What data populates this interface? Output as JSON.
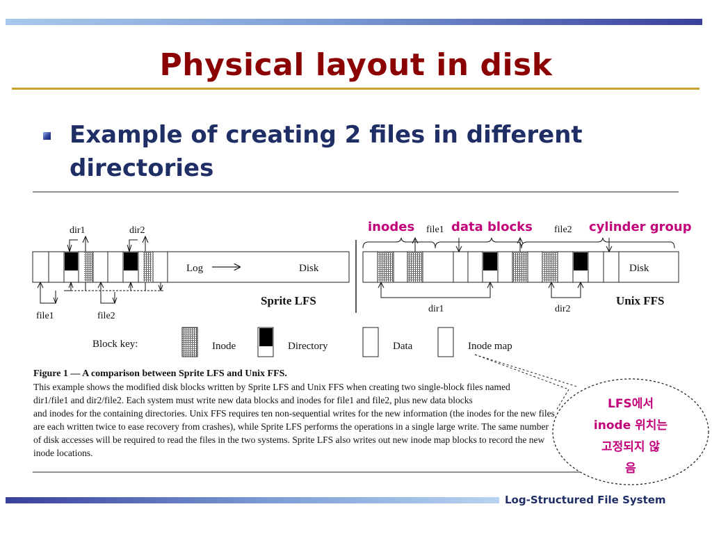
{
  "slide": {
    "title": "Physical layout in disk",
    "bullet": "Example of creating 2 files in different directories",
    "footer": "Log-Structured File System"
  },
  "figure": {
    "lfs": {
      "dir1": "dir1",
      "dir2": "dir2",
      "log": "Log",
      "disk": "Disk",
      "file1": "file1",
      "file2": "file2",
      "name": "Sprite LFS"
    },
    "ffs": {
      "file1": "file1",
      "file2": "file2",
      "disk": "Disk",
      "dir1": "dir1",
      "dir2": "dir2",
      "name": "Unix FFS"
    },
    "annotations": {
      "inodes": "inodes",
      "data_blocks": "data blocks",
      "cylinder_group": "cylinder group"
    },
    "block_key": {
      "label": "Block key:",
      "inode": "Inode",
      "directory": "Directory",
      "data": "Data",
      "inode_map": "Inode map"
    },
    "caption": {
      "title": "Figure 1 — A comparison between Sprite LFS and Unix FFS.",
      "lines": [
        "This example shows the modified disk blocks written by Sprite LFS and Unix FFS when creating two single-block files named",
        "dir1/file1 and dir2/file2. Each system must write new data blocks and inodes for file1 and file2, plus new data blocks",
        "and inodes for the containing directories. Unix FFS requires ten non-sequential writes for the new information (the inodes for the new files",
        "are each written twice to ease recovery from crashes), while Sprite LFS performs the operations in a single large write. The same number",
        "of disk accesses will be required to read the files in the two systems. Sprite LFS also writes out new inode map blocks to record the new",
        "inode locations."
      ]
    },
    "callout": {
      "lines": [
        "LFS에서",
        "inode 위치는",
        "고정되지 않",
        "음"
      ]
    }
  }
}
